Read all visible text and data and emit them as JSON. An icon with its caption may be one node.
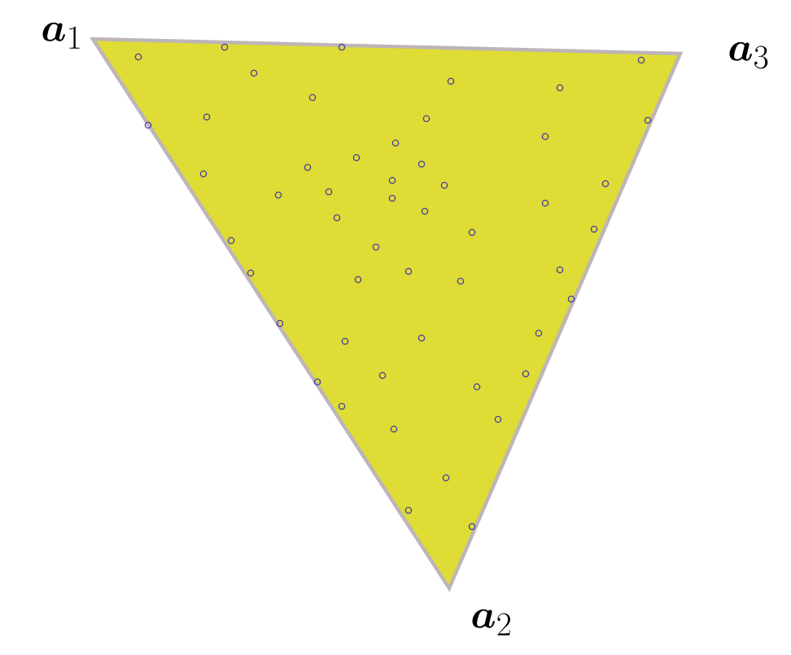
{
  "diagram": {
    "labels": [
      "\\boldsymbol{a}_1",
      "\\boldsymbol{a}_3",
      "\\boldsymbol{a}_2"
    ]
  }
}
